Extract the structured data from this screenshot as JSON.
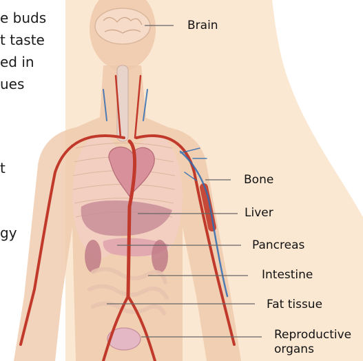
{
  "left_text_fragments": [
    "e buds",
    "t taste",
    "ed in",
    "ues",
    "t",
    "gy"
  ],
  "labels": {
    "brain": "Brain",
    "bone": "Bone",
    "liver": "Liver",
    "pancreas": "Pancreas",
    "intestine": "Intestine",
    "fat_tissue": "Fat tissue",
    "reproductive_line1": "Reproductive",
    "reproductive_line2": "organs"
  },
  "colors": {
    "background_panel": "#fbe8d3",
    "skin": "#efc8aa",
    "artery": "#c0392b",
    "vein": "#2f6db3",
    "organ_pink": "#d88f9a",
    "leader_line": "#666666"
  }
}
